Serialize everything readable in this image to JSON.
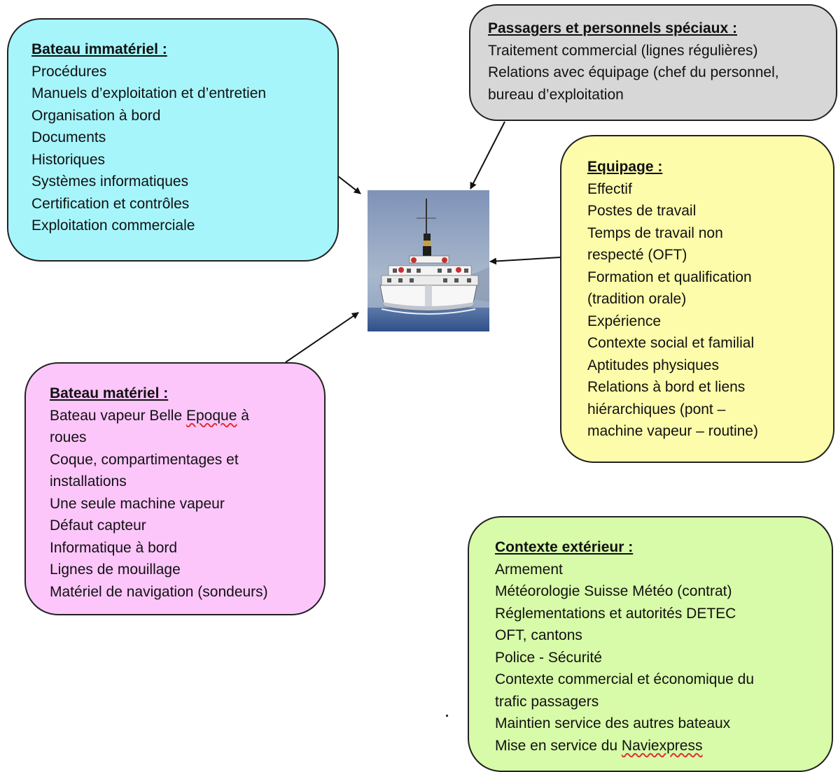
{
  "immateriel": {
    "title": "Bateau immatériel :",
    "items": [
      "Procédures",
      "Manuels d’exploitation et d’entretien",
      "Organisation à bord",
      "Documents",
      "Historiques",
      "Systèmes informatiques",
      "Certification et contrôles",
      "Exploitation commerciale"
    ]
  },
  "passagers": {
    "title": "Passagers et personnels spéciaux :",
    "items": [
      "Traitement commercial (lignes régulières)",
      "Relations avec équipage (chef du personnel,",
      "bureau d’exploitation"
    ]
  },
  "equipage": {
    "title": "Equipage :",
    "items": [
      "Effectif",
      "Postes de travail",
      "Temps de travail non",
      "respecté (OFT)",
      "Formation et qualification",
      "(tradition orale)",
      "Expérience",
      "Contexte social et familial",
      "Aptitudes physiques",
      "Relations à bord et liens",
      "hiérarchiques (pont –",
      "machine vapeur – routine)"
    ]
  },
  "materiel": {
    "title": "Bateau matériel :",
    "line1_before": "Bateau vapeur Belle ",
    "line1_word": "Epoque",
    "line1_after": " à",
    "items": [
      "roues",
      "Coque, compartimentages et",
      "installations",
      "Une seule machine vapeur",
      "Défaut capteur",
      "Informatique à bord",
      "Lignes de mouillage",
      "Matériel de navigation (sondeurs)"
    ]
  },
  "contexte": {
    "title": "Contexte extérieur :",
    "items": [
      "Armement",
      "Météorologie Suisse Météo (contrat)",
      "Réglementations et autorités DETEC",
      "OFT, cantons",
      "Police - Sécurité",
      "Contexte commercial et économique du",
      "trafic passagers",
      "Maintien service des autres bateaux"
    ],
    "last_before": "Mise en service du ",
    "last_word": "Naviexpress"
  },
  "colors": {
    "immateriel": "#a6f5fb",
    "passagers": "#d7d7d7",
    "equipage": "#fdfcaa",
    "materiel": "#fdc6fb",
    "contexte": "#d7fba8"
  }
}
